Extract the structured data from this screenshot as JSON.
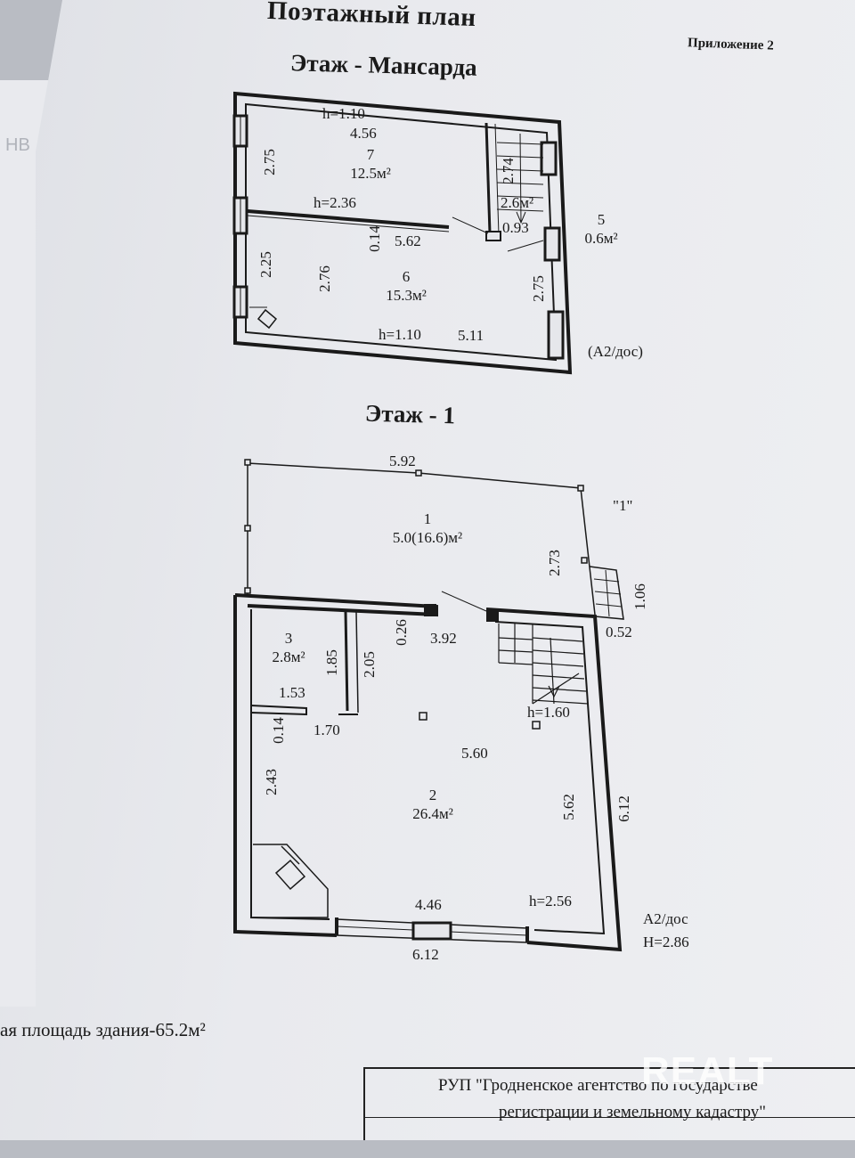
{
  "document": {
    "title": "Поэтажный план",
    "appendix": "Приложение 2",
    "side_fragment": "НВ"
  },
  "attic": {
    "label": "Этаж - Мансарда",
    "dims": {
      "top_h": "h=1.10",
      "top_len": "4.56",
      "left_top": "2.75",
      "mid_h": "h=2.36",
      "stair_len": "2.74",
      "stair_area": "2.6м²",
      "landing": "0.93",
      "partition": "0.14",
      "partition_len": "5.62",
      "left_bottom": "2.25",
      "inner_left": "2.76",
      "right_bottom": "2.75",
      "bottom_h": "h=1.10",
      "bottom_len": "5.11"
    },
    "rooms": [
      {
        "number": "7",
        "area": "12.5м²"
      },
      {
        "number": "6",
        "area": "15.3м²"
      },
      {
        "number": "5",
        "area": "0.6м²"
      }
    ],
    "mark": "(А2/дос)"
  },
  "floor1": {
    "label": "Этаж - 1",
    "dims": {
      "veranda_top": "5.92",
      "veranda_right": "2.73",
      "porch_h": "1.06",
      "porch_w": "0.52",
      "wall_stub": "0.26",
      "door_span": "3.92",
      "closet_h": "1.85",
      "closet_wall": "2.05",
      "closet_w": "1.53",
      "closet_wall_t": "0.14",
      "closet_len": "1.70",
      "stair_h": "h=1.60",
      "inner_w": "5.60",
      "left_h": "2.43",
      "inner_h": "5.62",
      "outer_right": "6.12",
      "bottom_inner": "4.46",
      "ceiling_h": "h=2.56",
      "bottom_outer": "6.12"
    },
    "rooms": [
      {
        "number": "1",
        "area": "5.0(16.6)м²"
      },
      {
        "number": "3",
        "area": "2.8м²"
      },
      {
        "number": "2",
        "area": "26.4м²"
      }
    ],
    "porch_label": "\"1\"",
    "mark": "А2/дос",
    "height": "H=2.86"
  },
  "footer": {
    "total_area": "ая площадь здания-65.2м²",
    "org_line1": "РУП \"Гродненское агентство по государстве",
    "org_line2": "регистрации  и земельному кадастру\""
  },
  "watermark": "REALT"
}
